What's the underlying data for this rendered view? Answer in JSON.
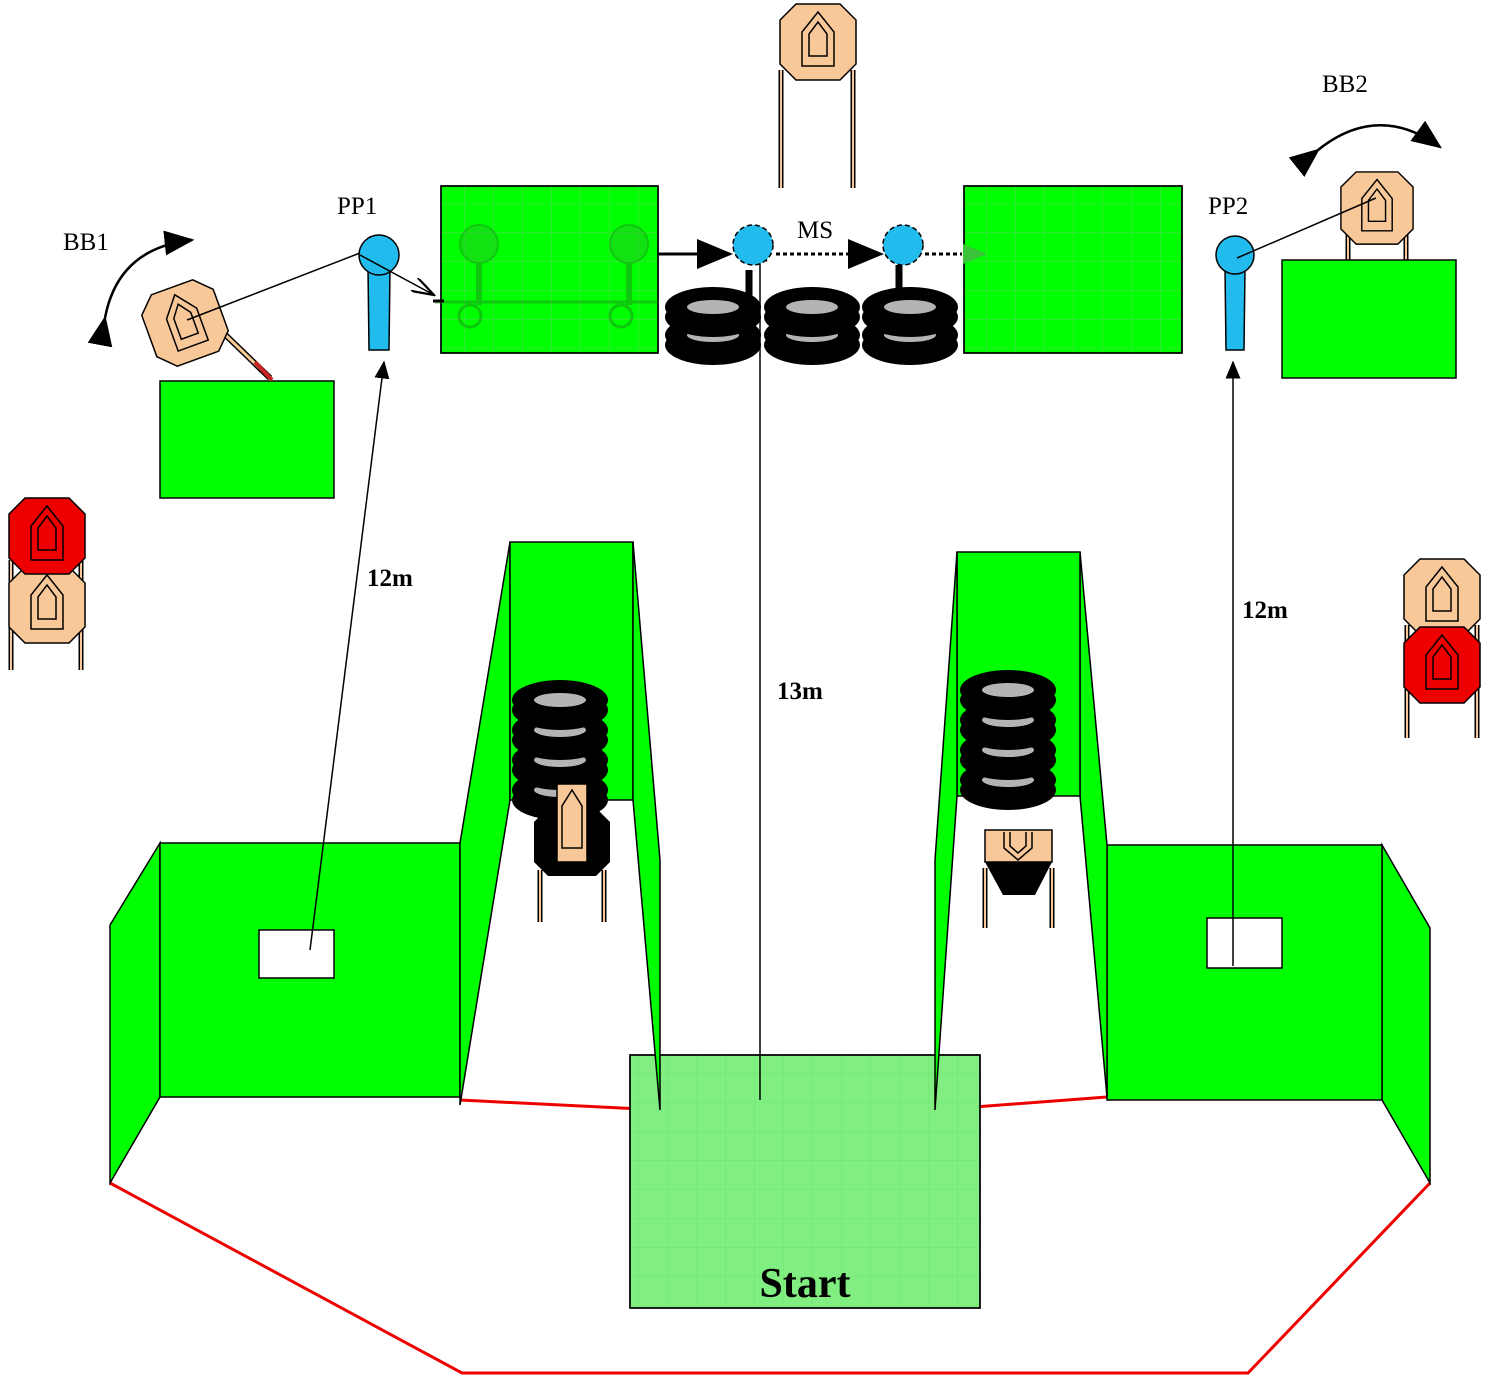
{
  "labels": {
    "bb1": "BB1",
    "bb2": "BB2",
    "pp1": "PP1",
    "pp2": "PP2",
    "ms": "MS",
    "dist_left": "12m",
    "dist_right": "12m",
    "dist_center": "13m",
    "start": "Start"
  },
  "colors": {
    "wall_green": "#00ff00",
    "start_green": "#80ee80",
    "target_tan": "#f8c898",
    "target_red": "#ee0000",
    "popper_blue": "#22bbee",
    "boundary_red": "#ee0000",
    "tire_black": "#000000"
  },
  "icons": [
    "cardboard-target",
    "no-shoot-target",
    "pepper-popper",
    "tire-stack",
    "swing-arrow"
  ]
}
